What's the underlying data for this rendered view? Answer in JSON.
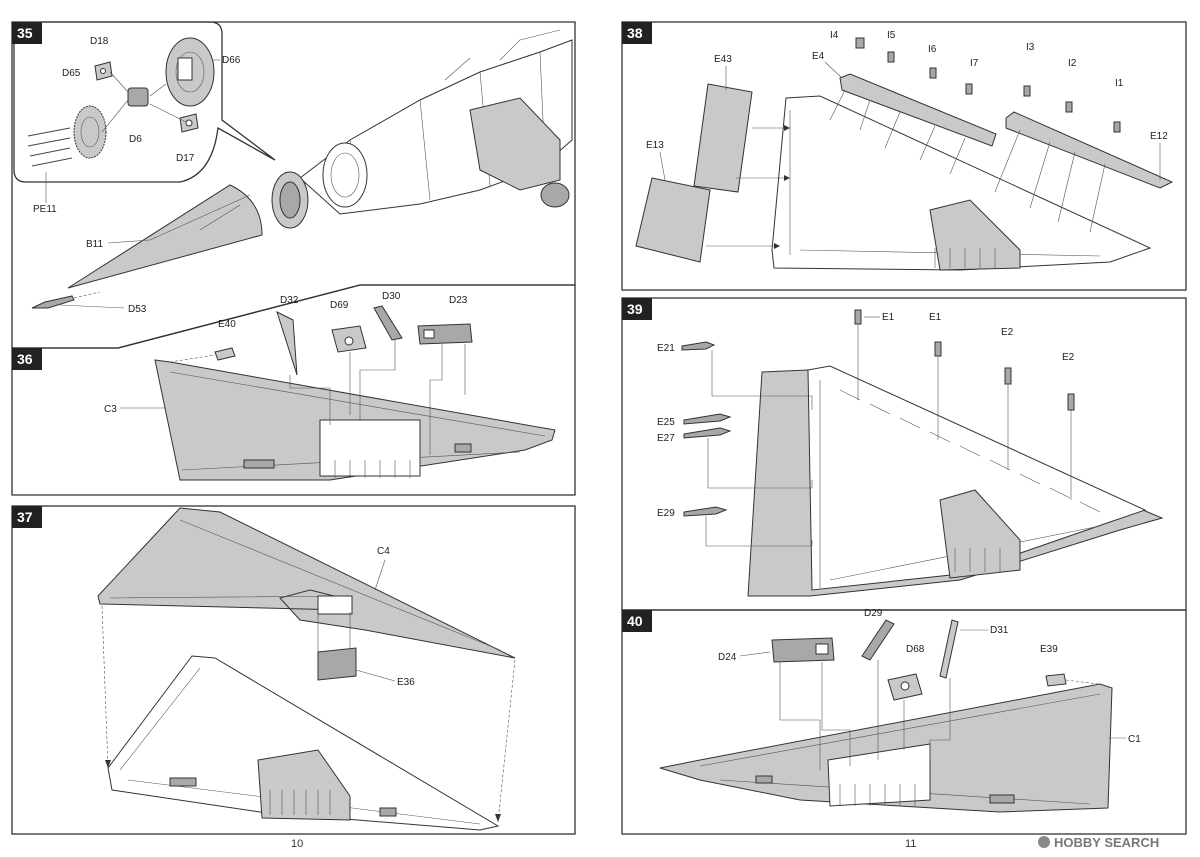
{
  "steps": {
    "s35": {
      "number": "35",
      "parts": {
        "d18": "D18",
        "d65": "D65",
        "d66": "D66",
        "d6": "D6",
        "d17": "D17",
        "pe11": "PE11",
        "b11": "B11",
        "d53": "D53"
      }
    },
    "s36": {
      "number": "36",
      "parts": {
        "d32": "D32",
        "d69": "D69",
        "d30": "D30",
        "d23": "D23",
        "e40": "E40",
        "c3": "C3"
      }
    },
    "s37": {
      "number": "37",
      "parts": {
        "c4": "C4",
        "e36": "E36"
      }
    },
    "s38": {
      "number": "38",
      "parts": {
        "i4": "I4",
        "i5": "I5",
        "i6": "I6",
        "i7": "I7",
        "i3": "I3",
        "i2": "I2",
        "i1": "I1",
        "e43": "E43",
        "e4": "E4",
        "e12": "E12",
        "e13": "E13"
      }
    },
    "s39": {
      "number": "39",
      "parts": {
        "e1a": "E1",
        "e1b": "E1",
        "e2a": "E2",
        "e2b": "E2",
        "e21": "E21",
        "e25": "E25",
        "e27": "E27",
        "e29": "E29"
      }
    },
    "s40": {
      "number": "40",
      "parts": {
        "d29": "D29",
        "d68": "D68",
        "d31": "D31",
        "d24": "D24",
        "e39": "E39",
        "c1": "C1"
      }
    }
  },
  "pages": {
    "left": "10",
    "right": "11"
  },
  "watermark": "HOBBY SEARCH",
  "colors": {
    "part_fill": "#c9c9c9",
    "part_dark": "#a8a8a8",
    "step_badge": "#222222",
    "line": "#333333"
  }
}
